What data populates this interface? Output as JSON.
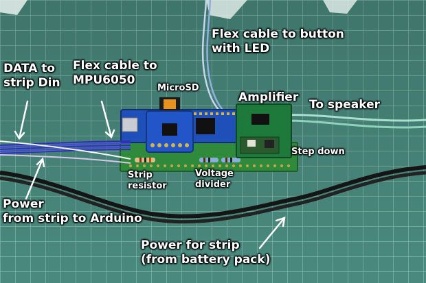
{
  "labels": {
    "data_to_strip": [
      "DATA to",
      "strip Din"
    ],
    "flex_mpu": [
      "Flex cable to",
      "MPU6050"
    ],
    "microsd": "MicroSD",
    "flex_button": [
      "Flex cable to button",
      "with LED"
    ],
    "amplifier": "Amplifier",
    "to_speaker": "To speaker",
    "step_down": "Step down",
    "strip_resistor": [
      "Strip",
      "resistor"
    ],
    "voltage_divider": [
      "Voltage",
      "divider"
    ],
    "power_from_strip": [
      "Power",
      "from strip to Arduino"
    ],
    "power_for_strip": [
      "Power for strip",
      "(from battery pack)"
    ]
  },
  "colors": {
    "cutting_mat": "#4a8a7e",
    "grid_line": "#9cc9bd",
    "pcb": "#2f8a3c",
    "arduino_board": "#1f4fb8",
    "mpu_board": "#2255c8",
    "amp_board": "#1d7a3a",
    "ribbon": "#3a3ad0",
    "speaker_wire": "#a8e0cf",
    "power_cable": "#151515",
    "label_text": "#ffffff"
  }
}
